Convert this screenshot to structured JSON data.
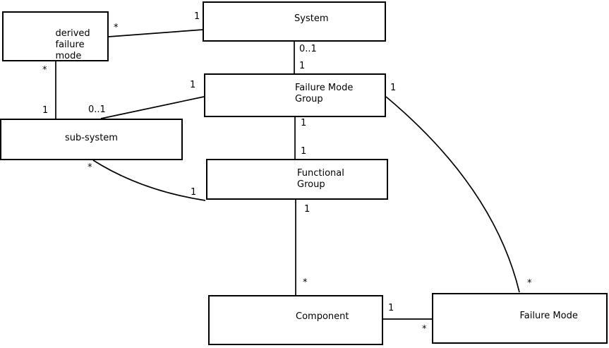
{
  "diagram": {
    "type": "entity-relationship-class-diagram",
    "nodes": {
      "derived_failure_mode": {
        "label": "derived\nfailure\nmode"
      },
      "system": {
        "label": "System"
      },
      "failure_mode_group": {
        "label": "Failure Mode\nGroup"
      },
      "sub_system": {
        "label": "sub-system"
      },
      "functional_group": {
        "label": "Functional\nGroup"
      },
      "component": {
        "label": "Component"
      },
      "failure_mode": {
        "label": "Failure Mode"
      }
    },
    "edges": [
      {
        "source": "System",
        "target": "derived failure mode",
        "source_label": "1",
        "target_label": "*"
      },
      {
        "source": "derived failure mode",
        "target": "sub-system",
        "source_label": "*",
        "target_label": "1"
      },
      {
        "source": "System",
        "target": "Failure Mode Group",
        "source_label": "0..1",
        "target_label": "1"
      },
      {
        "source": "Failure Mode Group",
        "target": "sub-system",
        "source_label": "1",
        "target_label": "0..1"
      },
      {
        "source": "Failure Mode Group",
        "target": "Functional Group",
        "source_label": "1",
        "target_label": "1"
      },
      {
        "source": "sub-system",
        "target": "Functional Group",
        "source_label": "*",
        "target_label": "1"
      },
      {
        "source": "Functional Group",
        "target": "Component",
        "source_label": "1",
        "target_label": "*"
      },
      {
        "source": "Component",
        "target": "Failure Mode",
        "source_label": "1",
        "target_label": "*"
      },
      {
        "source": "Failure Mode Group",
        "target": "Failure Mode",
        "source_label": "1",
        "target_label": "*"
      }
    ],
    "colors": {
      "background": "#ffffff",
      "line": "#000000",
      "text": "#000000"
    }
  }
}
